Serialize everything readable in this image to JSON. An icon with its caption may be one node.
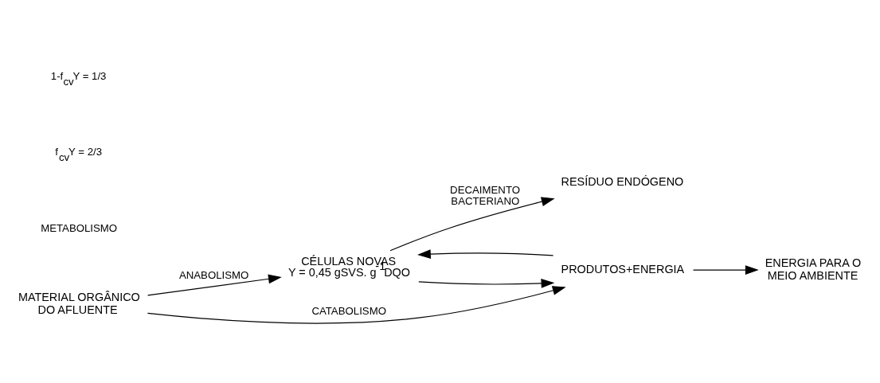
{
  "diagram": {
    "nodes": [
      {
        "text": [
          "MATERIAL ORGÂNICO DO AFLUENTE"
        ]
      },
      {
        "text": [
          "CÉLULAS NOVAS",
          "Y = 0,45 gSVS. g$^{-1}$DQO"
        ]
      },
      {
        "text": [
          "PRODUTOS+ENERGIA"
        ]
      },
      {
        "text": [
          "RESÍDUO ENDÓGENO"
        ]
      },
      {
        "text": [
          "ENERGIA PARA O MEIO AMBIENTE"
        ]
      }
    ],
    "edges": [
      {
        "from": 0,
        "to": 1,
        "arrow": "to",
        "label": "ANABOLISMO"
      },
      {
        "from": 0,
        "to": 2,
        "arrow": "to",
        "label": "CATABOLISMO"
      },
      {
        "from": 2,
        "to": 1,
        "arrow": "to"
      },
      {
        "from": 1,
        "to": 3,
        "arrow": "to",
        "label": "DECAIMENTO BACTERIANO"
      },
      {
        "from": 1,
        "to": 2,
        "arrow": "to"
      },
      {
        "from": 2,
        "to": 4,
        "arrow": "to"
      }
    ],
    "labels": [
      "METABOLISMO",
      "f$_{cv}$Y = 2/3",
      "1-f$_{cv}$Y = 1/3"
    ]
  }
}
